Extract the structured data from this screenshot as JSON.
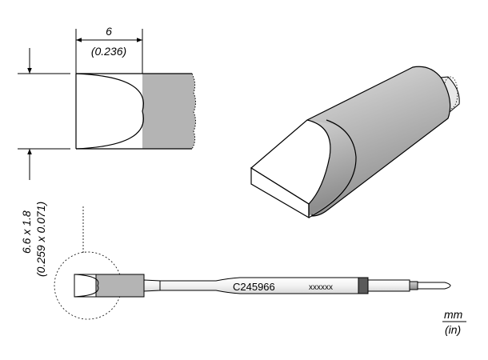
{
  "dimensions": {
    "width_mm": "6",
    "width_in": "(0.236)",
    "tip_mm": "6.6 x 1.8",
    "tip_in": "(0.259 x 0.071)"
  },
  "part": {
    "code": "C245966",
    "marking": "xxxxxx"
  },
  "units": {
    "metric": "mm",
    "imperial": "(in)"
  },
  "colors": {
    "body_gray": "#b4b4b4",
    "dark_gray": "#5a5a5a",
    "outline": "#000000"
  }
}
